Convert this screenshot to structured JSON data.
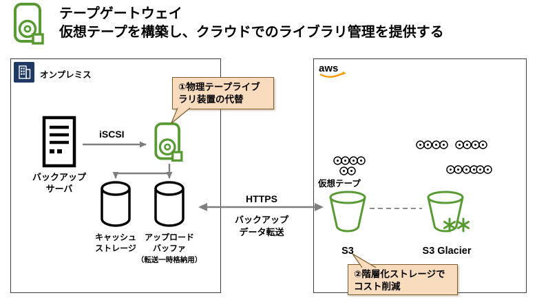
{
  "header": {
    "title": "テープゲートウェイ",
    "subtitle": "仮想テープを構築し、クラウドでのライブラリ管理を提供する"
  },
  "onprem": {
    "label": "オンプレミス",
    "backup_server_label": "バックアップ\nサーバ",
    "iscsi_label": "iSCSI",
    "cache_storage_label": "キャッシュ\nストレージ",
    "upload_buffer_label": "アップロード\nバッファ",
    "upload_buffer_note": "（転送一時格納用）",
    "callout_1": "①物理テープライブ\nラリ装置の代替"
  },
  "transfer": {
    "protocol_label": "HTTPS",
    "description": "バックアップ\nデータ転送"
  },
  "aws": {
    "logo_text": "aws",
    "virtual_tape_label": "仮想テープ",
    "s3_label": "S3",
    "s3_glacier_label": "S3 Glacier",
    "callout_2": "②階層化ストレージで\nコスト削減"
  },
  "colors": {
    "gateway_green": "#569A31",
    "aws_smile_orange": "#FF9900",
    "onprem_navy": "#1F3864",
    "callout_fill": "#F9DCBE",
    "callout_border": "#7B5B28",
    "arrow_gray": "#7F7F7F"
  }
}
